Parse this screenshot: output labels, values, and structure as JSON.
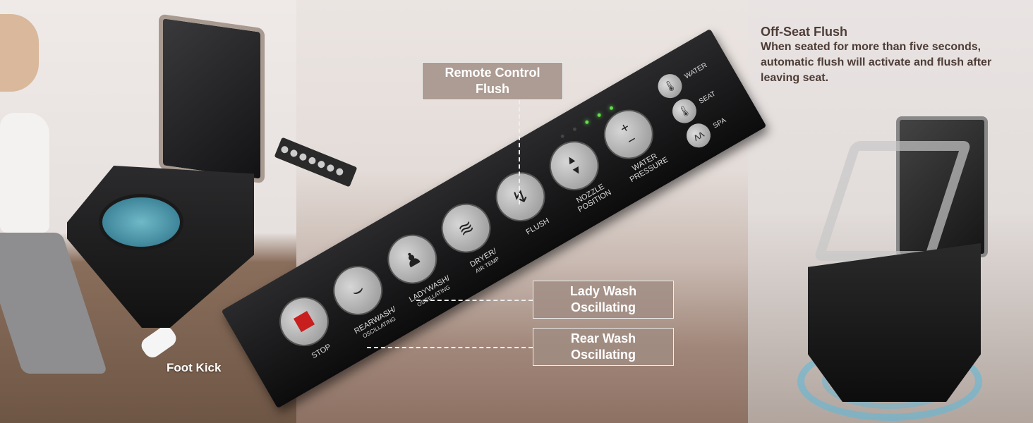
{
  "callouts": {
    "remote_control_flush": "Remote Control\nFlush",
    "lady_wash": "Lady Wash\nOscillating",
    "rear_wash": "Rear Wash\nOscillating"
  },
  "foot_kick": "Foot Kick",
  "off_seat": {
    "title": "Off-Seat Flush",
    "text": "When seated for more than five seconds, automatic flush will activate and flush after leaving seat."
  },
  "panel": {
    "buttons": [
      {
        "label": "STOP",
        "sub": "",
        "icon": "stop-square-icon"
      },
      {
        "label": "REARWASH/",
        "sub": "OSCILLATING",
        "icon": "rear-wash-icon"
      },
      {
        "label": "LADYWASH/",
        "sub": "OSCILLATING",
        "icon": "lady-wash-icon"
      },
      {
        "label": "DRYER/",
        "sub": "AIR TEMP",
        "icon": "dryer-icon"
      },
      {
        "label": "FLUSH",
        "sub": "",
        "icon": "flush-icon"
      },
      {
        "label": "NOZZLE POSITION",
        "sub": "",
        "icon": "up-down-arrows-icon"
      },
      {
        "label": "WATER PRESSURE",
        "sub": "",
        "icon": "plus-minus-icon"
      }
    ],
    "side_buttons": [
      {
        "label": "WATER",
        "icon": "water-temperature-icon"
      },
      {
        "label": "SEAT",
        "icon": "seat-temperature-icon"
      },
      {
        "label": "SPA",
        "icon": "spa-icon"
      }
    ],
    "led_color": "#5fe04a",
    "stop_color": "#c81e1e"
  }
}
